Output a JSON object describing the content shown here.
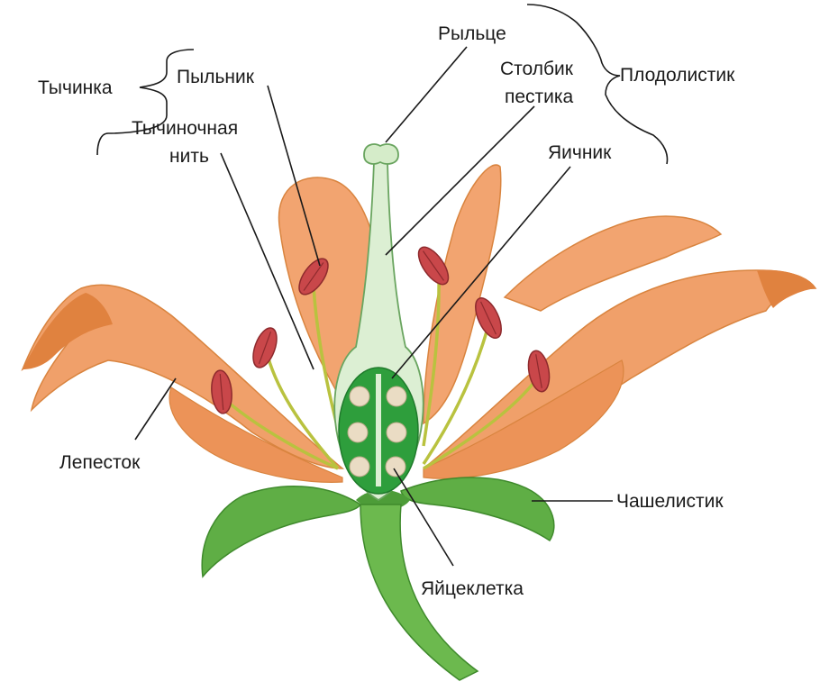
{
  "labels": {
    "stamen": "Тычинка",
    "anther": "Пыльник",
    "filament_line1": "Тычиночная",
    "filament_line2": "нить",
    "stigma": "Рыльце",
    "style_line1": "Столбик",
    "style_line2": "пестика",
    "carpel": "Плодолистик",
    "ovary": "Яичник",
    "petal": "Лепесток",
    "sepal": "Чашелистик",
    "ovule": "Яйцеклетка"
  },
  "colors": {
    "petal": "#f0a06a",
    "petal_dark": "#e0823f",
    "petal_light": "#f6bd8f",
    "sepal": "#5fae45",
    "sepal_dark": "#3f8a2c",
    "stem": "#6cb94e",
    "pistil": "#dcefd3",
    "ovary_inner": "#2e9e3c",
    "ovule": "#eadcc4",
    "anther": "#c9474a",
    "filament": "#d8e06a"
  }
}
